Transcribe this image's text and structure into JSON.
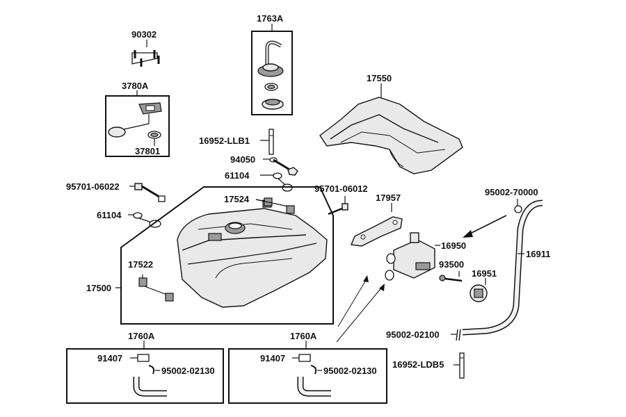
{
  "callouts": {
    "c1763a": "1763A",
    "c90302": "90302",
    "c3780a": "3780A",
    "c37801": "37801",
    "c17550": "17550",
    "c16952_llb1": "16952-LLB1",
    "c94050": "94050",
    "c61104_top": "61104",
    "c95701_06022": "95701-06022",
    "c61104_left": "61104",
    "c17524": "17524",
    "c95701_06012": "95701-06012",
    "c17957": "17957",
    "c95002_70000": "95002-70000",
    "c16950": "16950",
    "c16911": "16911",
    "c93500": "93500",
    "c16951": "16951",
    "c17522": "17522",
    "c17500": "17500",
    "c1760a_left": "1760A",
    "c1760a_right": "1760A",
    "c91407_left": "91407",
    "c95002_02130_left": "95002-02130",
    "c91407_right": "91407",
    "c95002_02130_right": "95002-02130",
    "c95002_02100": "95002-02100",
    "c16952_ldb5": "16952-LDB5"
  }
}
